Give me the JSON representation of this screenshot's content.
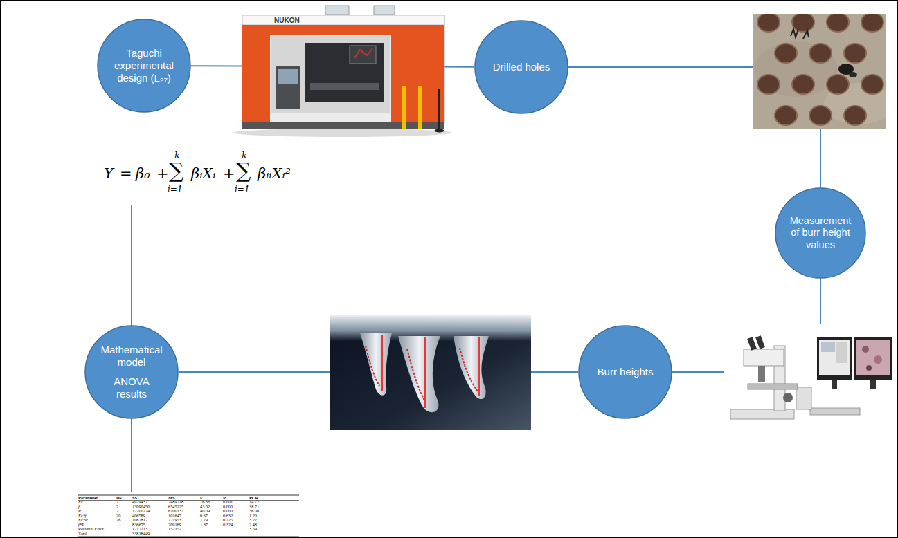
{
  "diagram": {
    "nodes": [
      {
        "text": [
          "Taguchi experimental design (L₂₇)"
        ]
      },
      {
        "text": [
          "Drilled holes"
        ]
      },
      {
        "text": [
          "Measurement of burr height values"
        ]
      },
      {
        "text": [
          "Burr heights"
        ]
      },
      {
        "text": [
          "Mathematical model",
          "ANOVA results"
        ]
      }
    ],
    "edges": [
      {
        "from": 0,
        "to": 1,
        "arrow": "none"
      },
      {
        "from": 3,
        "to": 4,
        "arrow": "none"
      }
    ],
    "labels": [
      "NUKON",
      "Y",
      "=",
      "β₀",
      "+",
      "k",
      "∑",
      "i=1",
      "βᵢXᵢ",
      "+",
      "k",
      "∑",
      "i=1",
      "βᵢᵢXᵢ²",
      "Parameter",
      "DF",
      "SS",
      "MS",
      "F",
      "P",
      "PCR",
      "Ec",
      "2",
      "4979437",
      "2489718",
      "16.36",
      "0.001",
      "14.72",
      "f",
      "2",
      "13090450",
      "6545225",
      "43.02",
      "0.000",
      "38.71",
      "P",
      "2",
      "12200274",
      "6100137",
      "40.09",
      "0.000",
      "36.08",
      "Ec*f",
      "20",
      "406589",
      "101647",
      "0.67",
      "0.632",
      "1.20",
      "Ec*P",
      "26",
      "1087812",
      "271953",
      "1.79",
      "0.225",
      "3.22",
      "f*P",
      "836675",
      "209169",
      "1.37",
      "0.324",
      "2.48",
      "Residual Error",
      "1217213",
      "152152",
      "3.59",
      "Total",
      "33818449"
    ]
  }
}
